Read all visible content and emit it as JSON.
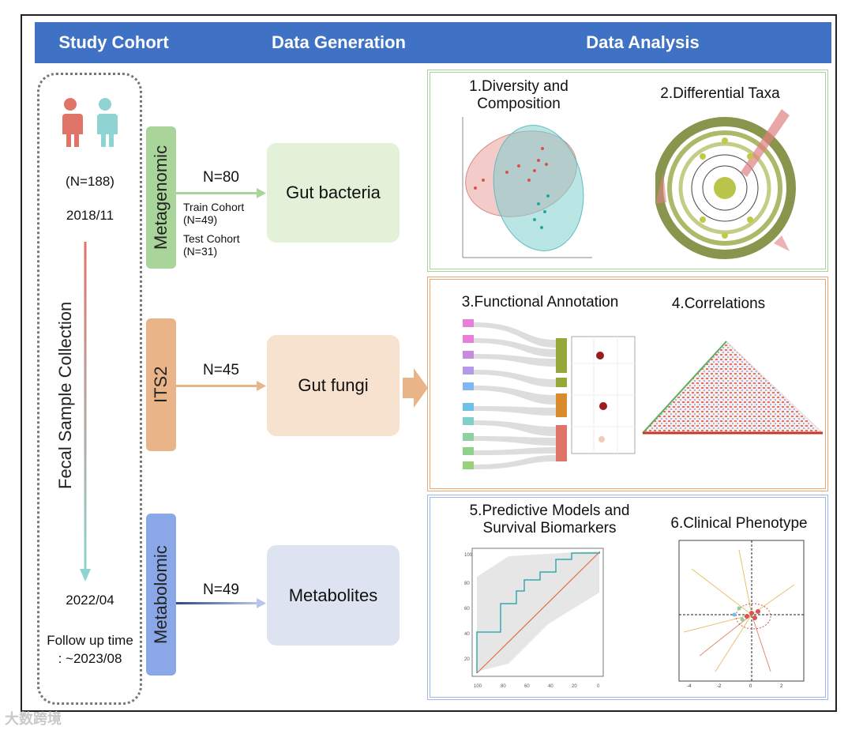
{
  "header": {
    "study_cohort": "Study Cohort",
    "data_generation": "Data Generation",
    "data_analysis": "Data Analysis"
  },
  "cohort": {
    "n": "(N=188)",
    "start": "2018/11",
    "collection_label": "Fecal Sample Collection",
    "end": "2022/04",
    "followup": "Follow up time : ~2023/08"
  },
  "omics": [
    {
      "label": "Metagenomic",
      "n": "N=80",
      "product": "Gut bacteria",
      "color": "#a9d49a",
      "box_color": "#e3f1d9",
      "train": "Train Cohort",
      "train_n": "(N=49)",
      "test": "Test Cohort",
      "test_n": "(N=31)"
    },
    {
      "label": "ITS2",
      "n": "N=45",
      "product": "Gut fungi",
      "color": "#e9b487",
      "box_color": "#f7e2d0"
    },
    {
      "label": "Metabolomic",
      "n": "N=49",
      "product": "Metabolites",
      "color": "#8aa8e8",
      "box_color": "#dde3f1"
    }
  ],
  "panels": {
    "p1": "1.Diversity and Composition",
    "p2": "2.Differential Taxa",
    "p3": "3.Functional Annotation",
    "p4": "4.Correlations",
    "p5": "5.Predictive Models and Survival Biomarkers",
    "p6": "6.Clinical Phenotype"
  },
  "colors": {
    "header": "#3f72c4",
    "green_border": "#a9d49a",
    "orange_border": "#e8a878",
    "blue_border": "#9fb6ea"
  },
  "watermark": "大数跨境"
}
